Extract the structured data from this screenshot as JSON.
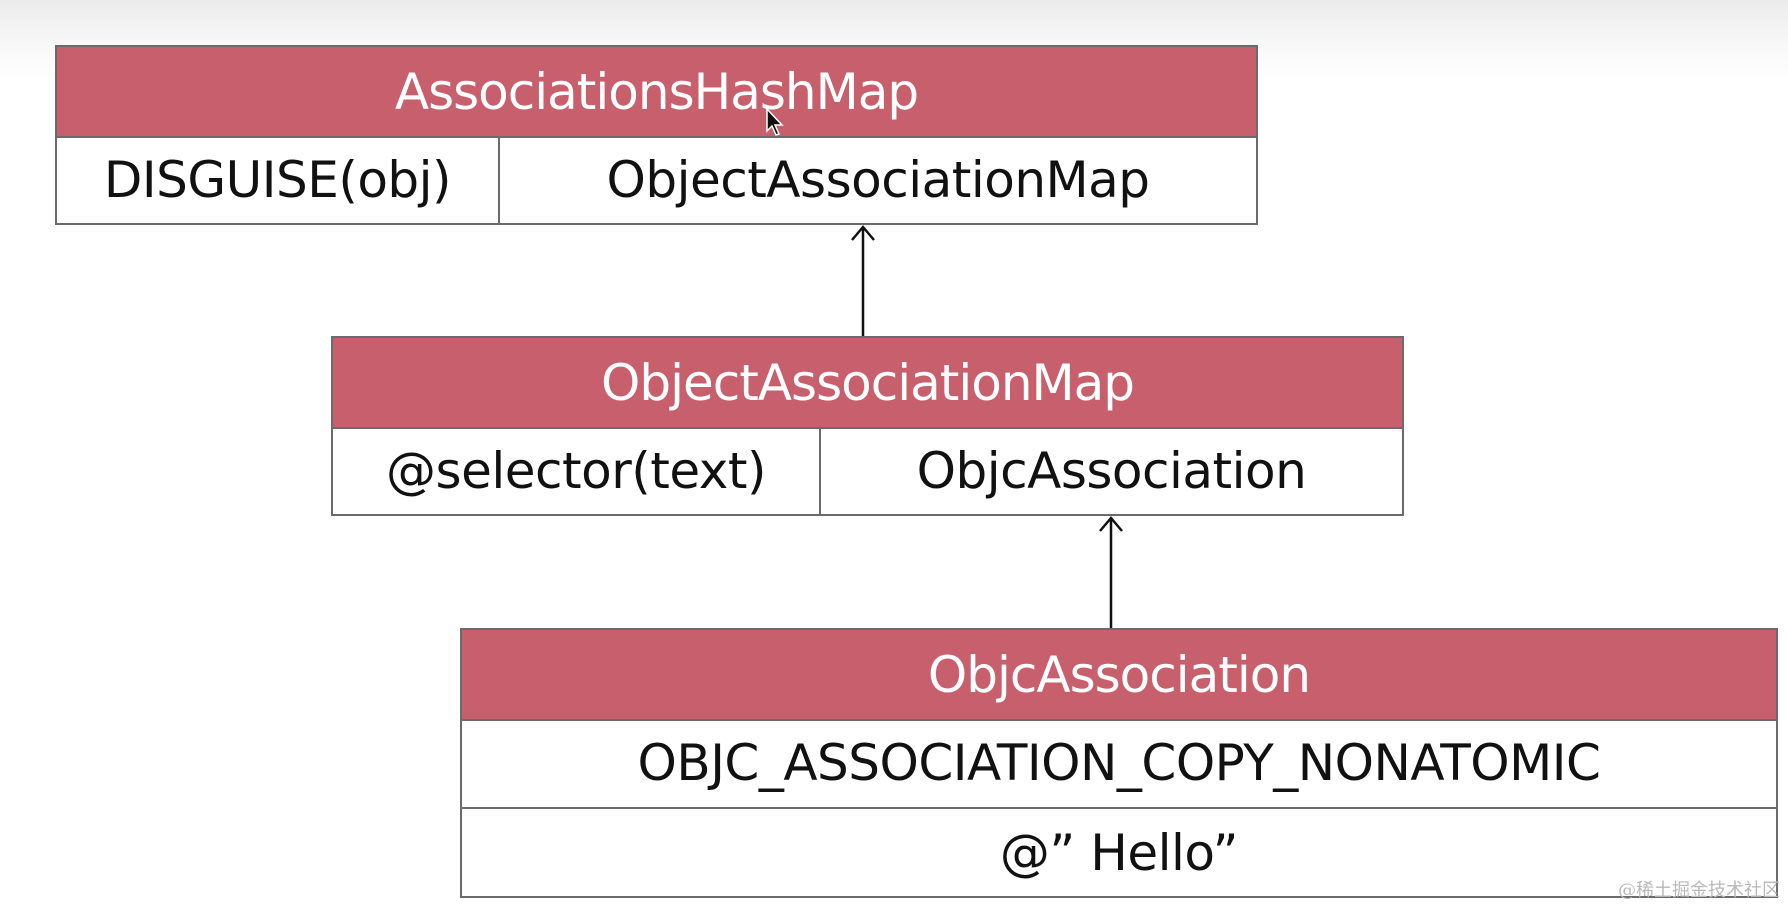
{
  "diagram": {
    "colors": {
      "header_bg": "#c7606c",
      "header_text": "#ffffff",
      "border": "#6b6b6b",
      "cell_text": "#111111"
    },
    "hash_map": {
      "title": "AssociationsHashMap",
      "key": "DISGUISE(obj)",
      "value": "ObjectAssociationMap"
    },
    "object_map": {
      "title": "ObjectAssociationMap",
      "key": "@selector(text)",
      "value": "ObjcAssociation"
    },
    "association": {
      "title": "ObjcAssociation",
      "policy": "OBJC_ASSOCIATION_COPY_NONATOMIC",
      "value": "@” Hello”"
    },
    "arrows": [
      {
        "from": "object_map",
        "to": "hash_map.value",
        "icon": "arrow-up-icon"
      },
      {
        "from": "association",
        "to": "object_map.value",
        "icon": "arrow-up-icon"
      }
    ]
  },
  "cursor_icon": "mouse-pointer-icon",
  "watermark": "@稀土掘金技术社区"
}
